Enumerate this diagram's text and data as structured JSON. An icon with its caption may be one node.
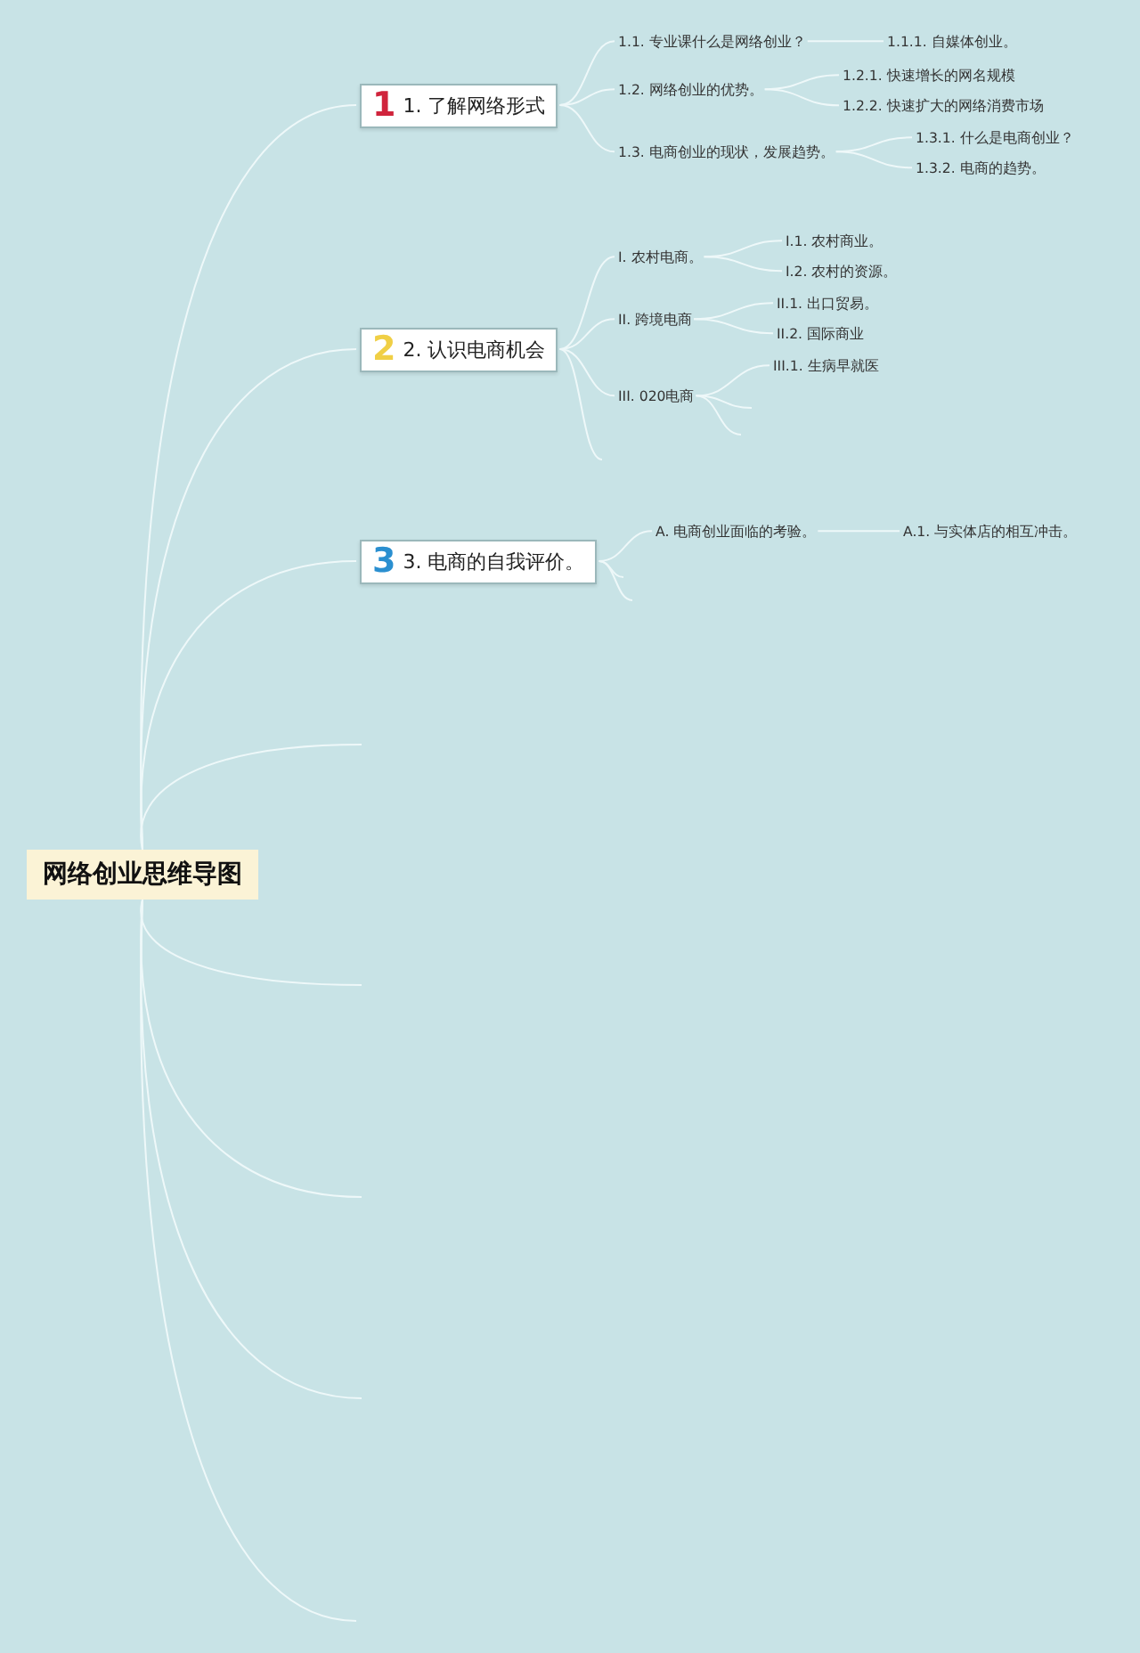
{
  "diagram": {
    "nodes": [
      {
        "text": [
          "网络创业思维导图"
        ]
      },
      {
        "text": [
          "1",
          "1. 了解网络形式"
        ]
      },
      {
        "text": [
          "1.1. 专业课什么是网络创业？"
        ]
      },
      {
        "text": [
          "1.1.1. 自媒体创业。"
        ]
      },
      {
        "text": [
          "1.2. 网络创业的优势。"
        ]
      },
      {
        "text": [
          "1.2.1. 快速增长的网名规模"
        ]
      },
      {
        "text": [
          "1.2.2. 快速扩大的网络消费市场"
        ]
      },
      {
        "text": [
          "1.3. 电商创业的现状，发展趋势。"
        ]
      },
      {
        "text": [
          "1.3.1. 什么是电商创业？"
        ]
      },
      {
        "text": [
          "1.3.2. 电商的趋势。"
        ]
      },
      {
        "text": [
          "2",
          "2. 认识电商机会"
        ]
      },
      {
        "text": [
          "I. 农村电商。"
        ]
      },
      {
        "text": [
          "I.1. 农村商业。"
        ]
      },
      {
        "text": [
          "I.2. 农村的资源。"
        ]
      },
      {
        "text": [
          "II. 跨境电商"
        ]
      },
      {
        "text": [
          "II.1. 出口贸易。"
        ]
      },
      {
        "text": [
          "II.2. 国际商业"
        ]
      },
      {
        "text": [
          "III. 020电商"
        ]
      },
      {
        "text": [
          "III.1. 生病早就医"
        ]
      },
      {
        "text": [
          "3",
          "3. 电商的自我评价。"
        ]
      },
      {
        "text": [
          "A. 电商创业面临的考验。"
        ]
      },
      {
        "text": [
          "A.1. 与实体店的相互冲击。"
        ]
      }
    ],
    "edges": [
      {
        "from": 0,
        "to": 1,
        "arrow": "none"
      },
      {
        "from": 0,
        "to": 10,
        "arrow": "none"
      },
      {
        "from": 0,
        "to": 19,
        "arrow": "none"
      },
      {
        "from": 0,
        "to": null,
        "arrow": "none"
      },
      {
        "from": 0,
        "to": null,
        "arrow": "none"
      },
      {
        "from": 0,
        "to": null,
        "arrow": "none"
      },
      {
        "from": 0,
        "to": null,
        "arrow": "none"
      },
      {
        "from": 0,
        "to": null,
        "arrow": "none"
      },
      {
        "from": 1,
        "to": 2,
        "arrow": "none"
      },
      {
        "from": 1,
        "to": 4,
        "arrow": "none"
      },
      {
        "from": 1,
        "to": 7,
        "arrow": "none"
      },
      {
        "from": 2,
        "to": 3,
        "arrow": "none"
      },
      {
        "from": 4,
        "to": 5,
        "arrow": "none"
      },
      {
        "from": 4,
        "to": 6,
        "arrow": "none"
      },
      {
        "from": 7,
        "to": 8,
        "arrow": "none"
      },
      {
        "from": 7,
        "to": 9,
        "arrow": "none"
      },
      {
        "from": 10,
        "to": 11,
        "arrow": "none"
      },
      {
        "from": 10,
        "to": 14,
        "arrow": "none"
      },
      {
        "from": 10,
        "to": 17,
        "arrow": "none"
      },
      {
        "from": 10,
        "to": null,
        "arrow": "none"
      },
      {
        "from": 11,
        "to": 12,
        "arrow": "none"
      },
      {
        "from": 11,
        "to": 13,
        "arrow": "none"
      },
      {
        "from": 14,
        "to": 15,
        "arrow": "none"
      },
      {
        "from": 14,
        "to": 16,
        "arrow": "none"
      },
      {
        "from": 17,
        "to": 18,
        "arrow": "none"
      },
      {
        "from": 17,
        "to": null,
        "arrow": "none"
      },
      {
        "from": 17,
        "to": null,
        "arrow": "none"
      },
      {
        "from": 19,
        "to": 20,
        "arrow": "none"
      },
      {
        "from": 19,
        "to": null,
        "arrow": "none"
      },
      {
        "from": 19,
        "to": null,
        "arrow": "none"
      },
      {
        "from": 20,
        "to": 21,
        "arrow": "none"
      }
    ]
  }
}
